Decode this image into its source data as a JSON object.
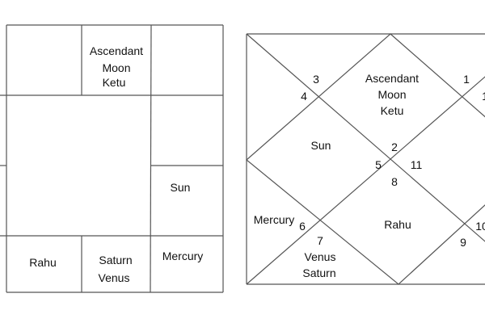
{
  "north_chart_square": {
    "top_middle": [
      "Ascendant",
      "Moon",
      "Ketu"
    ],
    "right_middle": "Sun",
    "bottom_right": "Mercury",
    "bottom_middle": [
      "Saturn",
      "Venus"
    ],
    "bottom_left": "Rahu"
  },
  "diamond_chart": {
    "house_numbers": [
      "3",
      "4",
      "1",
      "1",
      "2",
      "5",
      "11",
      "8",
      "6",
      "10",
      "9",
      "7"
    ],
    "top": [
      "Ascendant",
      "Moon",
      "Ketu"
    ],
    "upper_left": "Sun",
    "left": "Mercury",
    "bottom": "Rahu",
    "lower_left": [
      "Venus",
      "Saturn"
    ]
  }
}
